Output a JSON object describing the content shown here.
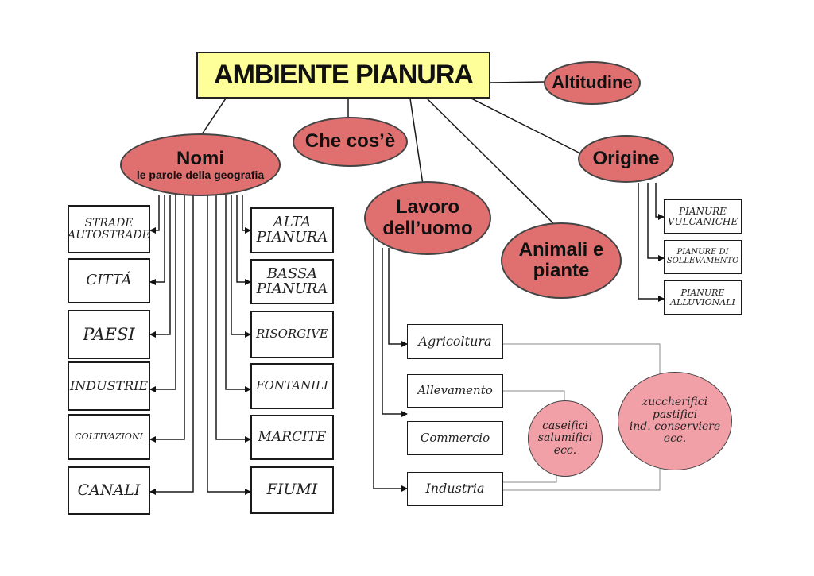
{
  "title": "AMBIENTE PIANURA",
  "topics": {
    "nomi": {
      "label": "Nomi",
      "sublabel": "le parole della geografia"
    },
    "che_cose": "Che cos’è",
    "lavoro": {
      "line1": "Lavoro",
      "line2": "dell’uomo"
    },
    "animali": {
      "line1": "Animali e",
      "line2": "piante"
    },
    "altitudine": "Altitudine",
    "origine": "Origine"
  },
  "nomi_left": [
    [
      "STRADE",
      "AUTOSTRADE"
    ],
    [
      "CITTÁ"
    ],
    [
      "PAESI"
    ],
    [
      "INDUSTRIE"
    ],
    [
      "COLTIVAZIONI"
    ],
    [
      "CANALI"
    ]
  ],
  "nomi_right": [
    [
      "ALTA",
      "PIANURA"
    ],
    [
      "BASSA",
      "PIANURA"
    ],
    [
      "RISORGIVE"
    ],
    [
      "FONTANILI"
    ],
    [
      "MARCITE"
    ],
    [
      "FIUMI"
    ]
  ],
  "lavoro_items": [
    "Agricoltura",
    "Allevamento",
    "Commercio",
    "Industria"
  ],
  "origine_items": [
    [
      "PIANURE",
      "VULCANICHE"
    ],
    [
      "PIANURE DI",
      "SOLLEVAMENTO"
    ],
    [
      "PIANURE",
      "ALLUVIONALI"
    ]
  ],
  "industries_small": [
    "caseifici",
    "salumifici",
    "ecc."
  ],
  "industries_large": [
    "zuccherifici",
    "pastifici",
    "ind. conserviere",
    "ecc."
  ],
  "colors": {
    "title_bg": "#ffff99",
    "oval_red": "#e07070",
    "oval_pink": "#f2a0a8"
  }
}
